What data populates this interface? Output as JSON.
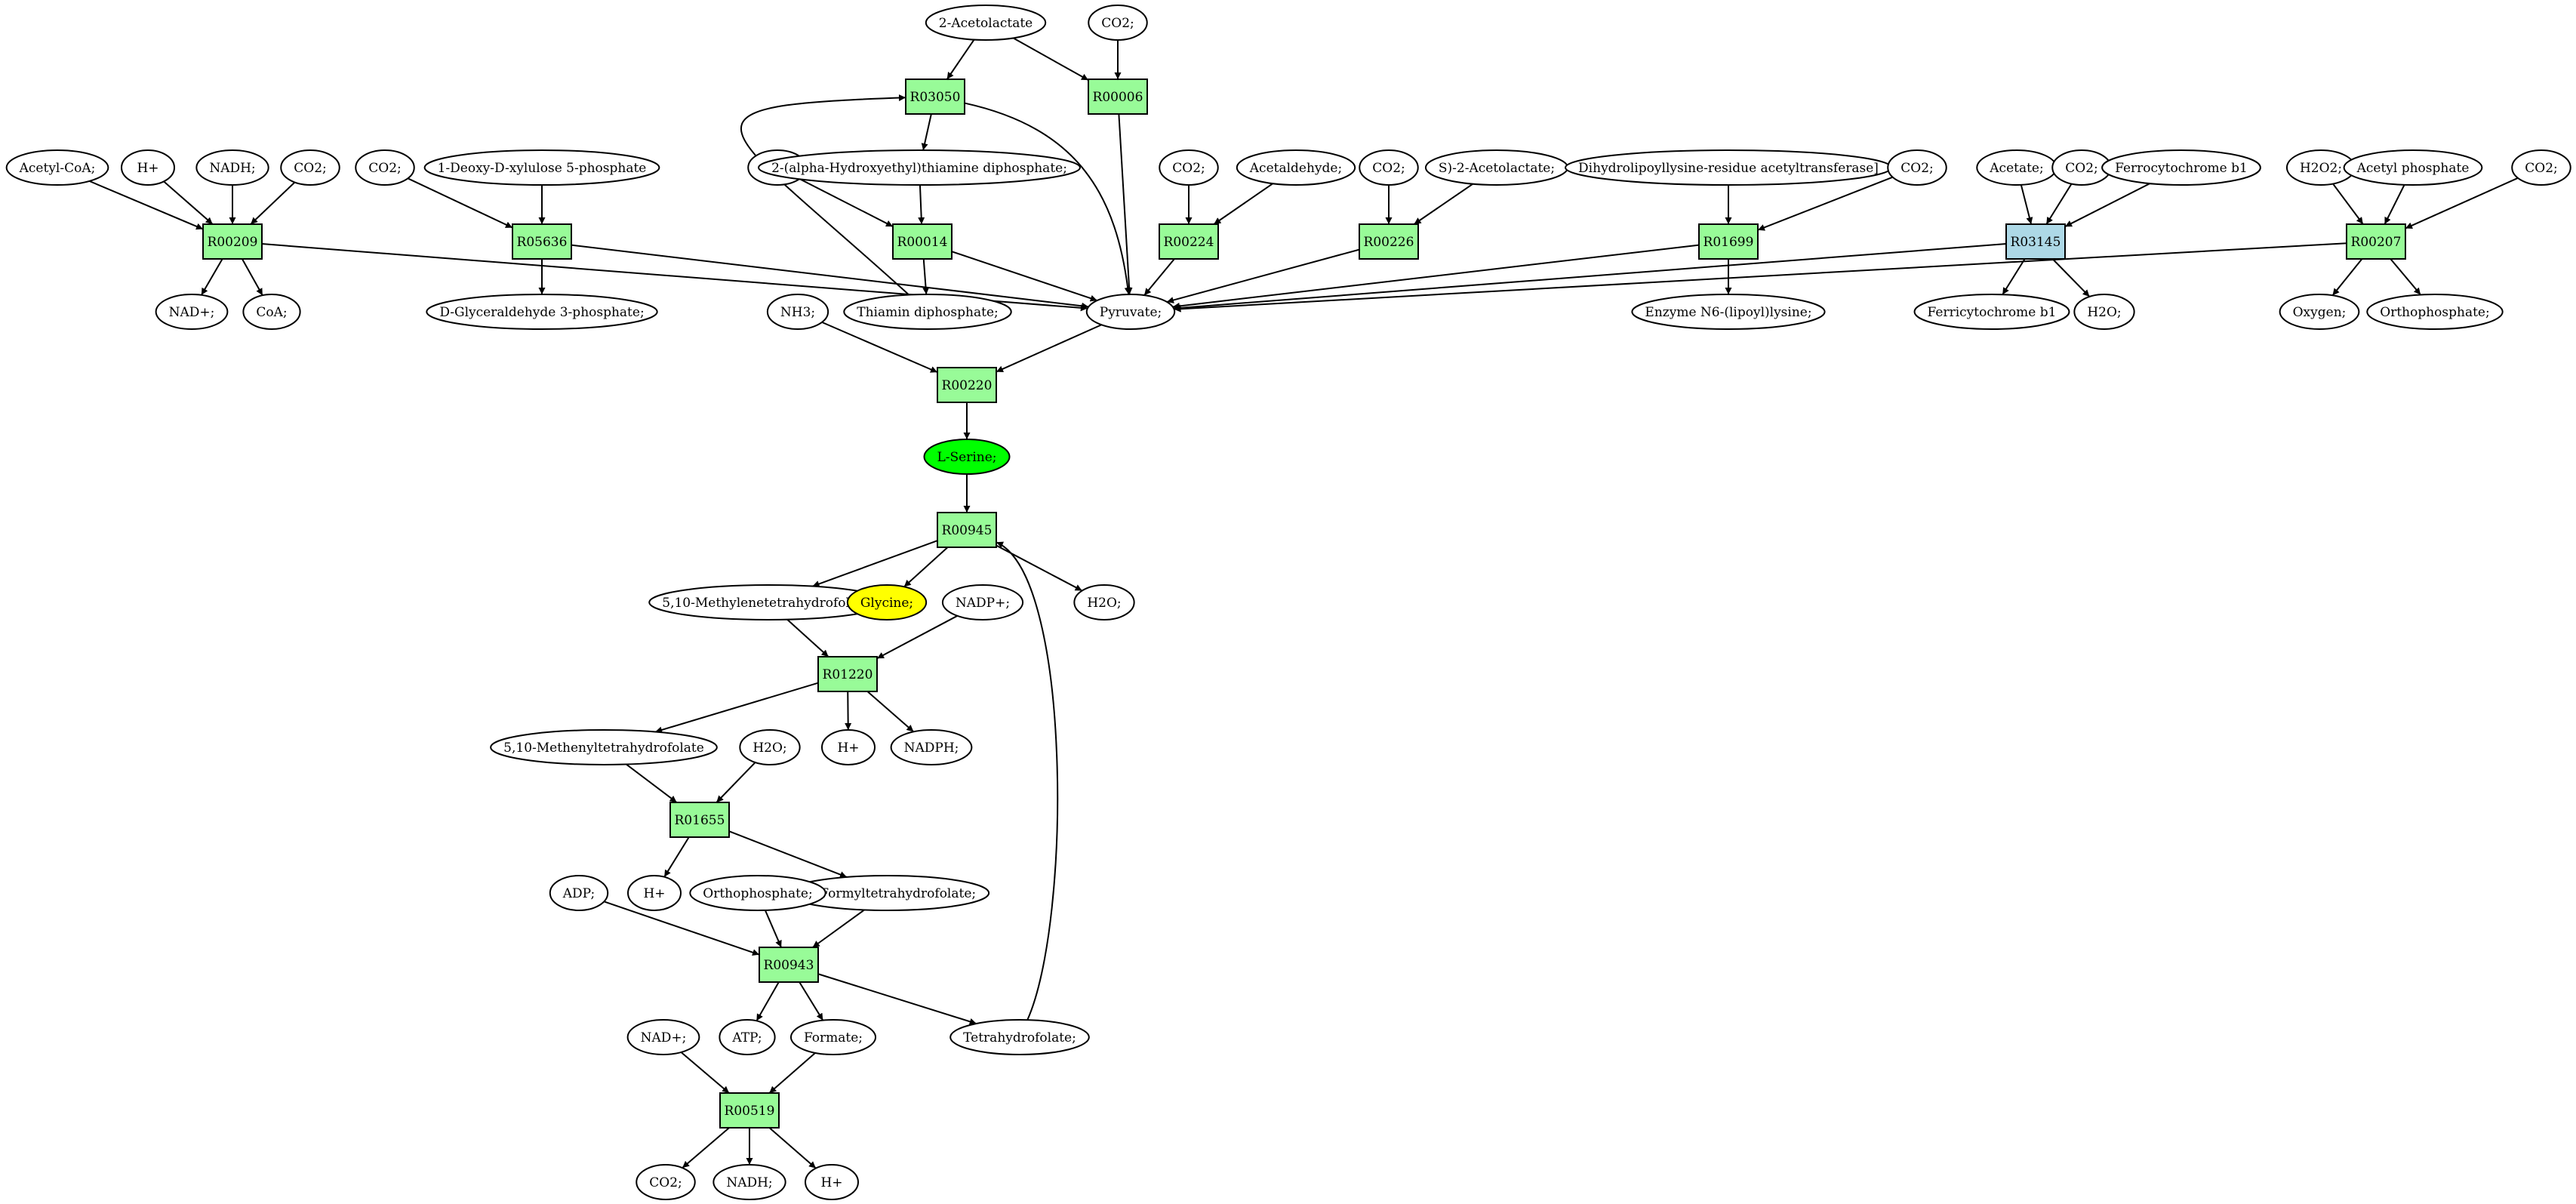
{
  "colors": {
    "reaction": "#98fb98",
    "reaction_alt": "#add8e6",
    "compound": "#ffffff",
    "focus_compound": "#00ff00",
    "highlight_compound": "#ffff00",
    "stroke": "#000000"
  },
  "nodes": [
    {
      "id": "acetolactate2",
      "label": "2-Acetolactate",
      "kind": "compound"
    },
    {
      "id": "co2_top",
      "label": "CO2;",
      "kind": "compound"
    },
    {
      "id": "R03050",
      "label": "R03050",
      "kind": "reaction"
    },
    {
      "id": "R00006",
      "label": "R00006",
      "kind": "reaction"
    },
    {
      "id": "acetylcoa",
      "label": "Acetyl-CoA;",
      "kind": "compound"
    },
    {
      "id": "h_209",
      "label": "H+",
      "kind": "compound"
    },
    {
      "id": "nadh_209",
      "label": "NADH;",
      "kind": "compound"
    },
    {
      "id": "co2_209",
      "label": "CO2;",
      "kind": "compound"
    },
    {
      "id": "R00209",
      "label": "R00209",
      "kind": "reaction"
    },
    {
      "id": "nad_209",
      "label": "NAD+;",
      "kind": "compound"
    },
    {
      "id": "coa",
      "label": "CoA;",
      "kind": "compound"
    },
    {
      "id": "co2_5636",
      "label": "CO2;",
      "kind": "compound"
    },
    {
      "id": "deoxyxylulose",
      "label": "1-Deoxy-D-xylulose 5-phosphate",
      "kind": "compound"
    },
    {
      "id": "R05636",
      "label": "R05636",
      "kind": "reaction"
    },
    {
      "id": "g3p",
      "label": "D-Glyceraldehyde 3-phosphate;",
      "kind": "compound"
    },
    {
      "id": "co2_14",
      "label": "CO2;",
      "kind": "compound"
    },
    {
      "id": "hetpp",
      "label": "2-(alpha-Hydroxyethyl)thiamine diphosphate;",
      "kind": "compound"
    },
    {
      "id": "R00014",
      "label": "R00014",
      "kind": "reaction"
    },
    {
      "id": "thiamin",
      "label": "Thiamin diphosphate;",
      "kind": "compound"
    },
    {
      "id": "co2_224",
      "label": "CO2;",
      "kind": "compound"
    },
    {
      "id": "acetaldehyde",
      "label": "Acetaldehyde;",
      "kind": "compound"
    },
    {
      "id": "R00224",
      "label": "R00224",
      "kind": "reaction"
    },
    {
      "id": "co2_226",
      "label": "CO2;",
      "kind": "compound"
    },
    {
      "id": "s_acetolactate",
      "label": "S)-2-Acetolactate;",
      "kind": "compound"
    },
    {
      "id": "R00226",
      "label": "R00226",
      "kind": "reaction"
    },
    {
      "id": "dihydrolipoyl",
      "label": "Dihydrolipoyllysine-residue acetyltransferase]",
      "kind": "compound"
    },
    {
      "id": "co2_1699",
      "label": "CO2;",
      "kind": "compound"
    },
    {
      "id": "R01699",
      "label": "R01699",
      "kind": "reaction"
    },
    {
      "id": "lipoyllysine",
      "label": "Enzyme N6-(lipoyl)lysine;",
      "kind": "compound"
    },
    {
      "id": "acetate",
      "label": "Acetate;",
      "kind": "compound"
    },
    {
      "id": "co2_3145",
      "label": "CO2;",
      "kind": "compound"
    },
    {
      "id": "ferrocyt",
      "label": "Ferrocytochrome b1",
      "kind": "compound"
    },
    {
      "id": "R03145",
      "label": "R03145",
      "kind": "reaction_alt"
    },
    {
      "id": "ferricyt",
      "label": "Ferricytochrome b1",
      "kind": "compound"
    },
    {
      "id": "h2o_3145",
      "label": "H2O;",
      "kind": "compound"
    },
    {
      "id": "h2o2",
      "label": "H2O2;",
      "kind": "compound"
    },
    {
      "id": "acetylphos",
      "label": "Acetyl phosphate",
      "kind": "compound"
    },
    {
      "id": "co2_207",
      "label": "CO2;",
      "kind": "compound"
    },
    {
      "id": "R00207",
      "label": "R00207",
      "kind": "reaction"
    },
    {
      "id": "oxygen",
      "label": "Oxygen;",
      "kind": "compound"
    },
    {
      "id": "orthophos_207",
      "label": "Orthophosphate;",
      "kind": "compound"
    },
    {
      "id": "pyruvate",
      "label": "Pyruvate;",
      "kind": "compound"
    },
    {
      "id": "nh3",
      "label": "NH3;",
      "kind": "compound"
    },
    {
      "id": "R00220",
      "label": "R00220",
      "kind": "reaction"
    },
    {
      "id": "lserine",
      "label": "L-Serine;",
      "kind": "focus_compound"
    },
    {
      "id": "R00945",
      "label": "R00945",
      "kind": "reaction"
    },
    {
      "id": "methylene_thf",
      "label": "5,10-Methylenetetrahydrofolate;",
      "kind": "compound"
    },
    {
      "id": "glycine",
      "label": "Glycine;",
      "kind": "highlight_compound"
    },
    {
      "id": "h2o_945",
      "label": "H2O;",
      "kind": "compound"
    },
    {
      "id": "nadp",
      "label": "NADP+;",
      "kind": "compound"
    },
    {
      "id": "R01220",
      "label": "R01220",
      "kind": "reaction"
    },
    {
      "id": "methenyl_thf",
      "label": "5,10-Methenyltetrahydrofolate",
      "kind": "compound"
    },
    {
      "id": "h_1220",
      "label": "H+",
      "kind": "compound"
    },
    {
      "id": "nadph",
      "label": "NADPH;",
      "kind": "compound"
    },
    {
      "id": "h2o_1655",
      "label": "H2O;",
      "kind": "compound"
    },
    {
      "id": "R01655",
      "label": "R01655",
      "kind": "reaction"
    },
    {
      "id": "h_1655",
      "label": "H+",
      "kind": "compound"
    },
    {
      "id": "formyl_thf",
      "label": "10-Formyltetrahydrofolate;",
      "kind": "compound"
    },
    {
      "id": "adp",
      "label": "ADP;",
      "kind": "compound"
    },
    {
      "id": "orthophos_943",
      "label": "Orthophosphate;",
      "kind": "compound"
    },
    {
      "id": "R00943",
      "label": "R00943",
      "kind": "reaction"
    },
    {
      "id": "nad_519",
      "label": "NAD+;",
      "kind": "compound"
    },
    {
      "id": "atp",
      "label": "ATP;",
      "kind": "compound"
    },
    {
      "id": "formate",
      "label": "Formate;",
      "kind": "compound"
    },
    {
      "id": "thf",
      "label": "Tetrahydrofolate;",
      "kind": "compound"
    },
    {
      "id": "R00519",
      "label": "R00519",
      "kind": "reaction"
    },
    {
      "id": "co2_519",
      "label": "CO2;",
      "kind": "compound"
    },
    {
      "id": "nadh_519",
      "label": "NADH;",
      "kind": "compound"
    },
    {
      "id": "h_519",
      "label": "H+",
      "kind": "compound"
    }
  ],
  "edges": [
    [
      "acetolactate2",
      "R03050"
    ],
    [
      "acetolactate2",
      "R00006"
    ],
    [
      "co2_top",
      "R00006"
    ],
    [
      "R03050",
      "hetpp"
    ],
    [
      "R03050",
      "pyruvate"
    ],
    [
      "R00006",
      "pyruvate"
    ],
    [
      "acetylcoa",
      "R00209"
    ],
    [
      "h_209",
      "R00209"
    ],
    [
      "nadh_209",
      "R00209"
    ],
    [
      "co2_209",
      "R00209"
    ],
    [
      "R00209",
      "nad_209"
    ],
    [
      "R00209",
      "coa"
    ],
    [
      "R00209",
      "pyruvate"
    ],
    [
      "co2_5636",
      "R05636"
    ],
    [
      "deoxyxylulose",
      "R05636"
    ],
    [
      "R05636",
      "g3p"
    ],
    [
      "R05636",
      "pyruvate"
    ],
    [
      "co2_14",
      "R00014"
    ],
    [
      "hetpp",
      "R00014"
    ],
    [
      "R00014",
      "thiamin"
    ],
    [
      "R00014",
      "pyruvate"
    ],
    [
      "thiamin",
      "R03050"
    ],
    [
      "co2_224",
      "R00224"
    ],
    [
      "acetaldehyde",
      "R00224"
    ],
    [
      "R00224",
      "pyruvate"
    ],
    [
      "co2_226",
      "R00226"
    ],
    [
      "s_acetolactate",
      "R00226"
    ],
    [
      "R00226",
      "pyruvate"
    ],
    [
      "dihydrolipoyl",
      "R01699"
    ],
    [
      "co2_1699",
      "R01699"
    ],
    [
      "R01699",
      "lipoyllysine"
    ],
    [
      "R01699",
      "pyruvate"
    ],
    [
      "acetate",
      "R03145"
    ],
    [
      "co2_3145",
      "R03145"
    ],
    [
      "ferrocyt",
      "R03145"
    ],
    [
      "R03145",
      "ferricyt"
    ],
    [
      "R03145",
      "h2o_3145"
    ],
    [
      "R03145",
      "pyruvate"
    ],
    [
      "h2o2",
      "R00207"
    ],
    [
      "acetylphos",
      "R00207"
    ],
    [
      "co2_207",
      "R00207"
    ],
    [
      "R00207",
      "oxygen"
    ],
    [
      "R00207",
      "orthophos_207"
    ],
    [
      "R00207",
      "pyruvate"
    ],
    [
      "nh3",
      "R00220"
    ],
    [
      "pyruvate",
      "R00220"
    ],
    [
      "R00220",
      "lserine"
    ],
    [
      "lserine",
      "R00945"
    ],
    [
      "R00945",
      "methylene_thf"
    ],
    [
      "R00945",
      "glycine"
    ],
    [
      "R00945",
      "h2o_945"
    ],
    [
      "methylene_thf",
      "R01220"
    ],
    [
      "nadp",
      "R01220"
    ],
    [
      "R01220",
      "methenyl_thf"
    ],
    [
      "R01220",
      "h_1220"
    ],
    [
      "R01220",
      "nadph"
    ],
    [
      "methenyl_thf",
      "R01655"
    ],
    [
      "h2o_1655",
      "R01655"
    ],
    [
      "R01655",
      "h_1655"
    ],
    [
      "R01655",
      "formyl_thf"
    ],
    [
      "adp",
      "R00943"
    ],
    [
      "orthophos_943",
      "R00943"
    ],
    [
      "formyl_thf",
      "R00943"
    ],
    [
      "R00943",
      "atp"
    ],
    [
      "R00943",
      "formate"
    ],
    [
      "R00943",
      "thf"
    ],
    [
      "thf",
      "R00945"
    ],
    [
      "nad_519",
      "R00519"
    ],
    [
      "formate",
      "R00519"
    ],
    [
      "R00519",
      "co2_519"
    ],
    [
      "R00519",
      "nadh_519"
    ],
    [
      "R00519",
      "h_519"
    ]
  ]
}
